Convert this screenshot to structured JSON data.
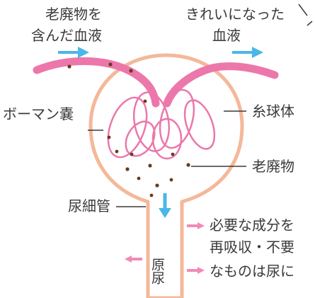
{
  "colors": {
    "capsule": "#f4b89a",
    "vessel": "#ec77ab",
    "vessel_light": "#f7b4d2",
    "arrow_blue": "#49b7e8",
    "arrow_pink": "#f08ab8",
    "waste_dot": "#6b3a1f",
    "text": "#3a3a3a"
  },
  "labels": {
    "waste_blood_line1": "老廃物を",
    "waste_blood_line2": "含んだ血液",
    "clean_blood_line1": "きれいになった",
    "clean_blood_line2": "血液",
    "bowman": "ボーマン嚢",
    "glomerulus": "糸球体",
    "waste": "老廃物",
    "tubule": "尿細管",
    "primary_urine": "原尿",
    "reabsorb_line1": "必要な成分を",
    "reabsorb_line2": "再吸収・不要",
    "reabsorb_line3": "なものは尿に"
  },
  "icons": {
    "flow_in": "arrow-right-icon",
    "flow_out": "arrow-right-icon",
    "urine_flow": "arrow-down-icon",
    "reabsorption": "arrow-left-icon"
  }
}
